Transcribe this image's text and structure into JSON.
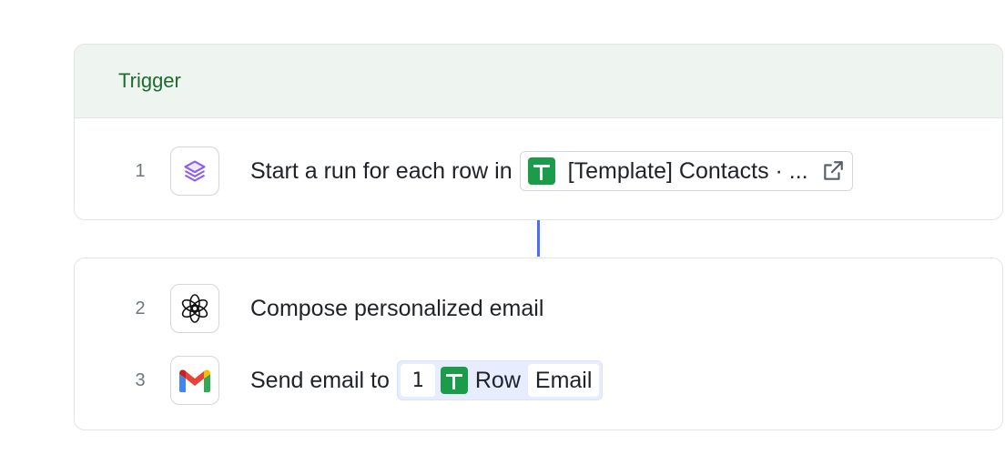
{
  "trigger_card": {
    "header_title": "Trigger",
    "step": {
      "number": "1",
      "icon": "layers-icon",
      "text": "Start a run for each row in",
      "chip_label": "[Template] Contacts · ...",
      "chip_icon": "google-sheets-icon",
      "chip_action_icon": "external-link-icon"
    }
  },
  "actions_card": {
    "steps": [
      {
        "number": "2",
        "icon": "openai-icon",
        "text": "Compose personalized email"
      },
      {
        "number": "3",
        "icon": "gmail-icon",
        "text": "Send email to",
        "variable": {
          "step_ref": "1",
          "source_icon": "google-sheets-icon",
          "source_label": "Row",
          "field": "Email"
        }
      }
    ]
  },
  "colors": {
    "trigger_header_bg": "#eef4f0",
    "trigger_header_text": "#1e6b2e",
    "connector": "#4c6ef5",
    "sheets_green": "#1a9c4a",
    "variable_chip_bg": "#e8ecff"
  }
}
